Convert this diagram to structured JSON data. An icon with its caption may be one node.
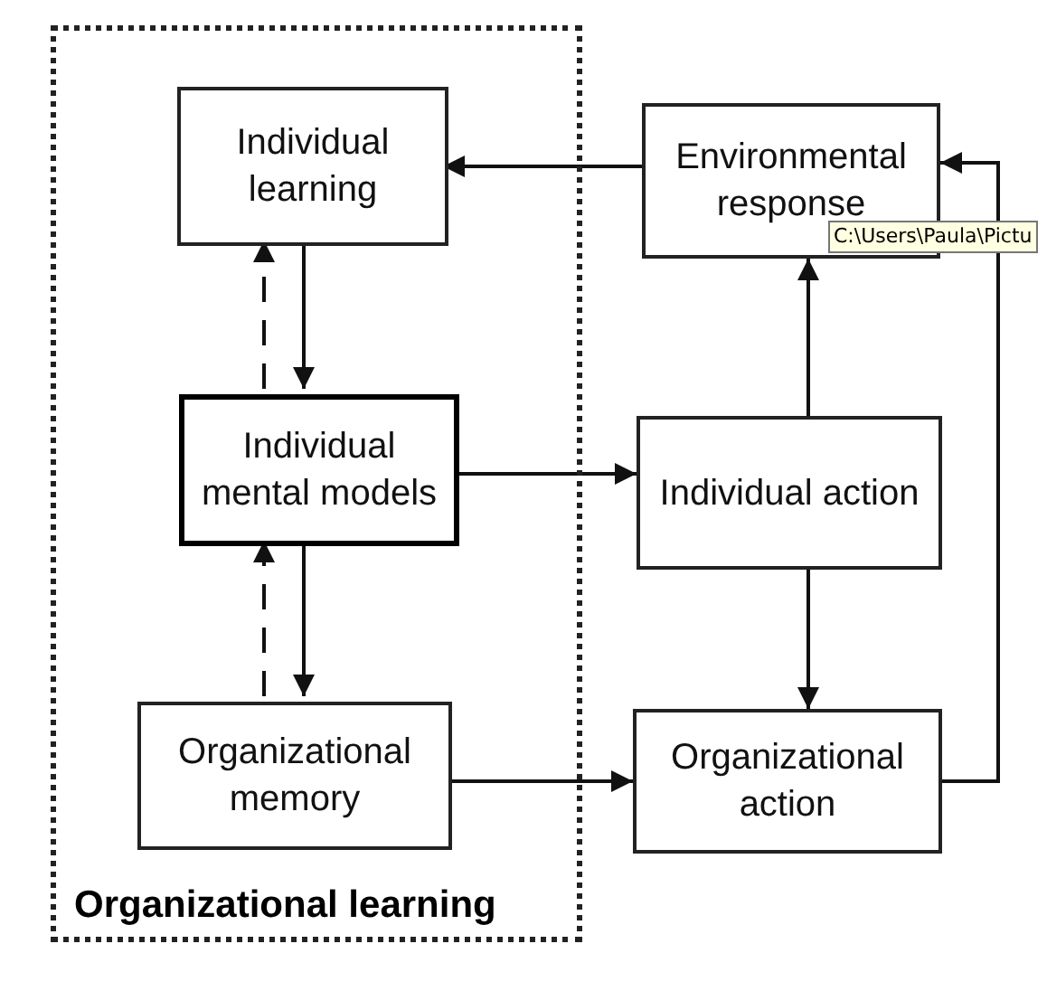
{
  "diagram": {
    "nodes": [
      {
        "text": [
          "Organizational learning"
        ]
      },
      {
        "text": [
          "Individual learning"
        ],
        "in": 0
      },
      {
        "text": [
          "Individual mental models"
        ],
        "in": 0
      },
      {
        "text": [
          "Organizational memory"
        ],
        "in": 0
      },
      {
        "text": [
          "Environmental response"
        ]
      },
      {
        "text": [
          "Individual action"
        ]
      },
      {
        "text": [
          "Organizational action"
        ]
      }
    ],
    "edges": [
      {
        "from": 4,
        "to": 1,
        "arrow": "to"
      },
      {
        "from": 1,
        "to": 2,
        "arrow": "to"
      },
      {
        "from": 2,
        "to": 1,
        "arrow": "to",
        "style": "dashed"
      },
      {
        "from": 2,
        "to": 3,
        "arrow": "to"
      },
      {
        "from": 3,
        "to": 2,
        "arrow": "to",
        "style": "dashed"
      },
      {
        "from": 2,
        "to": 5,
        "arrow": "to"
      },
      {
        "from": 5,
        "to": 4,
        "arrow": "to"
      },
      {
        "from": 5,
        "to": 6,
        "arrow": "to"
      },
      {
        "from": 3,
        "to": 6,
        "arrow": "to"
      },
      {
        "from": 6,
        "to": 4,
        "arrow": "to"
      }
    ],
    "labels": [
      "C:\\Users\\Paula\\Pictu"
    ]
  }
}
